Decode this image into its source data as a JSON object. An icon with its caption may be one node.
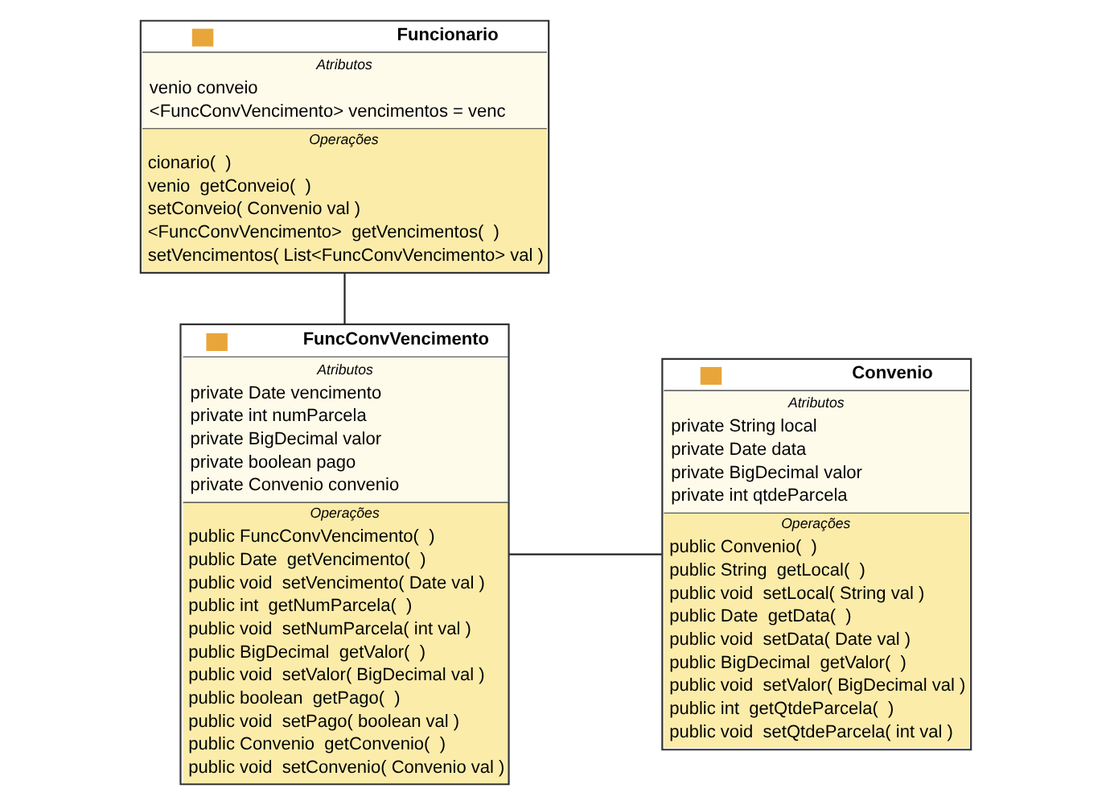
{
  "diagram": {
    "nodes": [
      {
        "text": [
          "Funcionario",
          "Atributos",
          "venio conveio",
          "<FuncConvVencimento> vencimentos = venc",
          "Operações",
          "cionario(  )",
          "venio  getConveio(  )",
          "setConveio( Convenio val )",
          "<FuncConvVencimento>  getVencimentos(  )",
          "setVencimentos( List<FuncConvVencimento> val )"
        ]
      },
      {
        "text": [
          "FuncConvVencimento",
          "Atributos",
          "private Date vencimento",
          "private int numParcela",
          "private BigDecimal valor",
          "private boolean pago",
          "private Convenio convenio",
          "Operações",
          "public FuncConvVencimento(  )",
          "public Date  getVencimento(  )",
          "public void  setVencimento( Date val )",
          "public int  getNumParcela(  )",
          "public void  setNumParcela( int val )",
          "public BigDecimal  getValor(  )",
          "public void  setValor( BigDecimal val )",
          "public boolean  getPago(  )",
          "public void  setPago( boolean val )",
          "public Convenio  getConvenio(  )",
          "public void  setConvenio( Convenio val )"
        ]
      },
      {
        "text": [
          "Convenio",
          "Atributos",
          "private String local",
          "private Date data",
          "private BigDecimal valor",
          "private int qtdeParcela",
          "Operações",
          "public Convenio(  )",
          "public String  getLocal(  )",
          "public void  setLocal( String val )",
          "public Date  getData(  )",
          "public void  setData( Date val )",
          "public BigDecimal  getValor(  )",
          "public void  setValor( BigDecimal val )",
          "public int  getQtdeParcela(  )",
          "public void  setQtdeParcela( int val )"
        ]
      }
    ],
    "edges": [
      {
        "from": 0,
        "to": 1,
        "arrow": "none"
      },
      {
        "from": 1,
        "to": 2,
        "arrow": "none"
      }
    ]
  }
}
